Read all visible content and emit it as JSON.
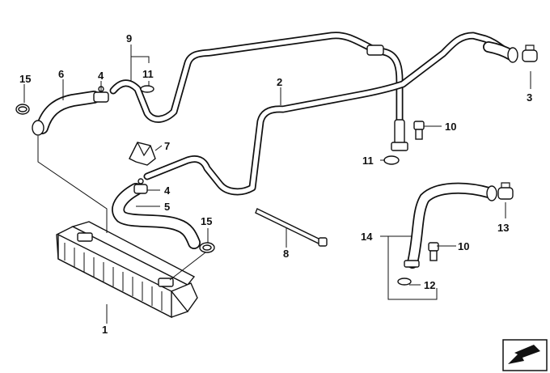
{
  "diagram": {
    "callouts": {
      "c1": "1",
      "c2": "2",
      "c3": "3",
      "c4a": "4",
      "c4b": "4",
      "c5": "5",
      "c6": "6",
      "c7": "7",
      "c8": "8",
      "c9": "9",
      "c10a": "10",
      "c10b": "10",
      "c11a": "11",
      "c11b": "11",
      "c12": "12",
      "c13": "13",
      "c14": "14",
      "c15a": "15",
      "c15b": "15"
    },
    "colors": {
      "ink": "#111111",
      "paper": "#ffffff"
    }
  }
}
